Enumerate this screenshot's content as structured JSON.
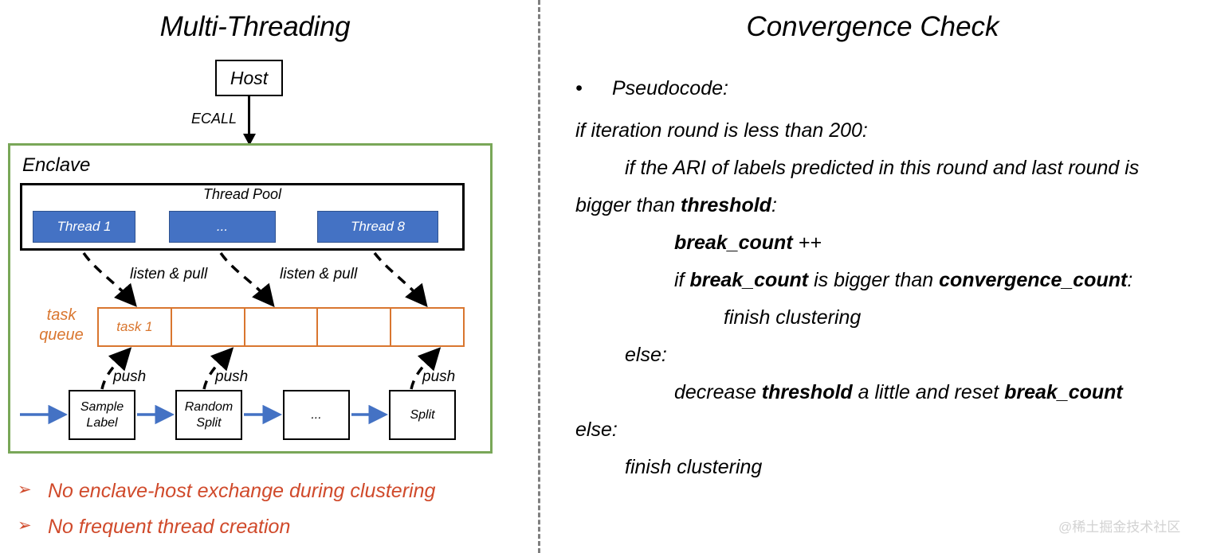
{
  "left": {
    "title": "Multi-Threading",
    "host_box": "Host",
    "ecall_label": "ECALL",
    "enclave_label": "Enclave",
    "thread_pool_label": "Thread Pool",
    "threads": [
      "Thread 1",
      "...",
      "Thread 8"
    ],
    "listen_labels": [
      "listen & pull",
      "listen & pull"
    ],
    "task_queue_label": "task\nqueue",
    "task_queue_label_line1": "task",
    "task_queue_label_line2": "queue",
    "queue_cells": [
      "task 1",
      "",
      "",
      "",
      ""
    ],
    "push_labels": [
      "push",
      "push",
      "push"
    ],
    "pipeline_boxes": [
      "Sample Label",
      "Random Split",
      "...",
      "Split"
    ],
    "pipeline_box_lines": [
      [
        "Sample",
        "Label"
      ],
      [
        "Random",
        "Split"
      ],
      [
        "...",
        ""
      ],
      [
        "Split",
        ""
      ]
    ],
    "bullets": [
      {
        "marker": "➢",
        "text": "No enclave-host exchange during clustering"
      },
      {
        "marker": "➢",
        "text": "No frequent thread creation"
      }
    ],
    "colors": {
      "enclave_border": "#79A758",
      "thread_fill": "#4472C4",
      "queue_accent": "#D9762F",
      "bullet_text": "#D04A2B"
    }
  },
  "right": {
    "title": "Convergence Check",
    "bullet_marker": "•",
    "bullet_label": "Pseudocode:",
    "code_lines": [
      {
        "indent": 0,
        "html": "if iteration round is less than 200:"
      },
      {
        "indent": 1,
        "html": "if the ARI of labels predicted in this round and last round is"
      },
      {
        "indent": 0,
        "html": "bigger than <b>threshold</b>:"
      },
      {
        "indent": 2,
        "html": "<b>break_count</b> ++"
      },
      {
        "indent": 2,
        "html": "if <b>break_count</b> is bigger than <b>convergence_count</b>:"
      },
      {
        "indent": 3,
        "html": "finish clustering"
      },
      {
        "indent": 1,
        "html": "else:"
      },
      {
        "indent": 2,
        "html": "decrease <b>threshold</b> a little and reset <b>break_count</b>"
      },
      {
        "indent": 0,
        "html": "else:"
      },
      {
        "indent": 1,
        "html": "finish clustering"
      }
    ]
  },
  "watermark": "@稀土掘金技术社区"
}
